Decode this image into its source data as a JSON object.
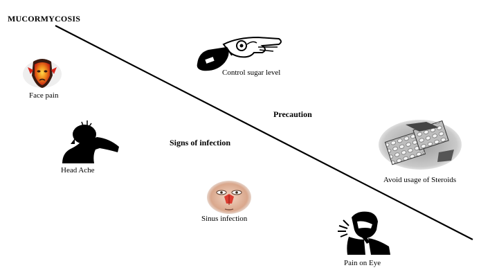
{
  "title": "MUCORMYCOSIS",
  "sections": {
    "signs": "Signs of infection",
    "precaution": "Precaution"
  },
  "items": {
    "face_pain": "Face pain",
    "head_ache": "Head Ache",
    "sinus_infection": "Sinus infection",
    "pain_on_eye": "Pain on Eye",
    "control_sugar": "Control sugar level",
    "avoid_steroids": "Avoid usage of Steroids"
  },
  "icons": {
    "face_pain": "face-pain-icon",
    "head_ache": "headache-icon",
    "sinus_infection": "sinus-infection-icon",
    "pain_on_eye": "eye-pain-icon",
    "control_sugar": "glucometer-icon",
    "avoid_steroids": "pills-icon"
  },
  "colors": {
    "pain_red": "#d8241a",
    "pain_orange": "#f08a1c",
    "divider": "#000000"
  }
}
